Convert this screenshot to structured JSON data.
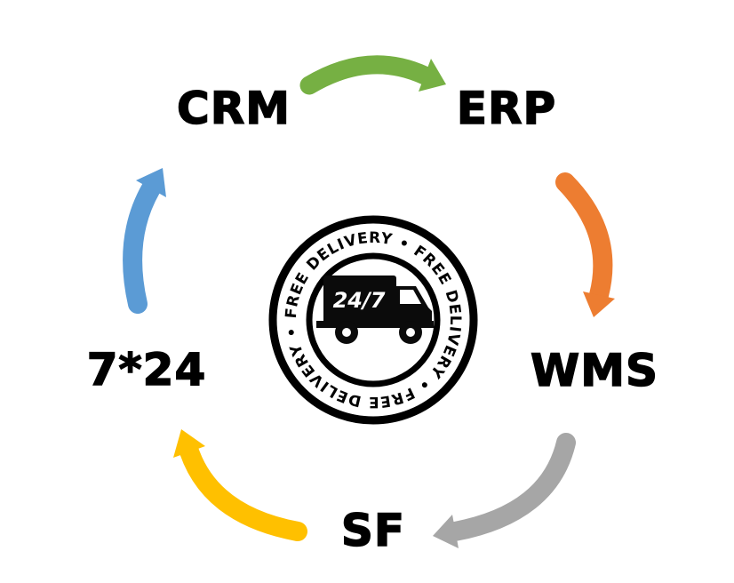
{
  "diagram": {
    "nodes": [
      {
        "id": "crm",
        "label": "CRM"
      },
      {
        "id": "erp",
        "label": "ERP"
      },
      {
        "id": "wms",
        "label": "WMS"
      },
      {
        "id": "sf",
        "label": "SF"
      },
      {
        "id": "seven24",
        "label": "7*24"
      }
    ],
    "arrows": [
      {
        "from": "CRM",
        "to": "ERP",
        "color": "#76b043"
      },
      {
        "from": "ERP",
        "to": "WMS",
        "color": "#ed7d31"
      },
      {
        "from": "WMS",
        "to": "SF",
        "color": "#a6a6a6"
      },
      {
        "from": "SF",
        "to": "7*24",
        "color": "#ffc000"
      },
      {
        "from": "7*24",
        "to": "CRM",
        "color": "#5b9bd5"
      }
    ],
    "badge": {
      "ring_text": "FREE DELIVERY • FREE DELIVERY • FREE DELIVERY •",
      "truck_label": "24/7",
      "ring_color": "#000000"
    }
  }
}
